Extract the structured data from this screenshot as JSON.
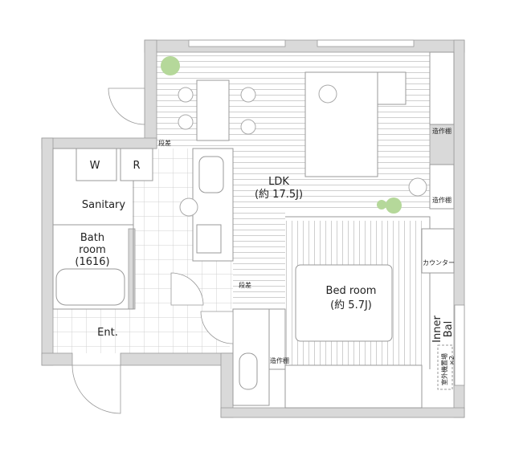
{
  "rooms": {
    "ldk": {
      "name": "LDK",
      "size": "(約 17.5J)"
    },
    "bedroom": {
      "name": "Bed room",
      "size": "(約 5.7J)"
    },
    "bathroom": {
      "line1": "Bath",
      "line2": "room",
      "line3": "(1616)"
    },
    "sanitary": "Sanitary",
    "entrance": "Ent.",
    "inner_balcony": {
      "line1": "Inner",
      "line2": "Bal"
    }
  },
  "fixtures": {
    "washer": "W",
    "fridge": "R",
    "shelf_1": "造作棚",
    "shelf_2": "造作棚",
    "shelf_3": "造作棚",
    "step_1": "段差",
    "step_2": "段差",
    "counter": "カウンター",
    "ac_unit": "室外機置場",
    "ac_unit_count": "×2"
  },
  "colors": {
    "wall": "#d9d9d9",
    "line": "#999999",
    "floor_stripe": "#cfcfcf",
    "plant": "#b5d89a"
  }
}
